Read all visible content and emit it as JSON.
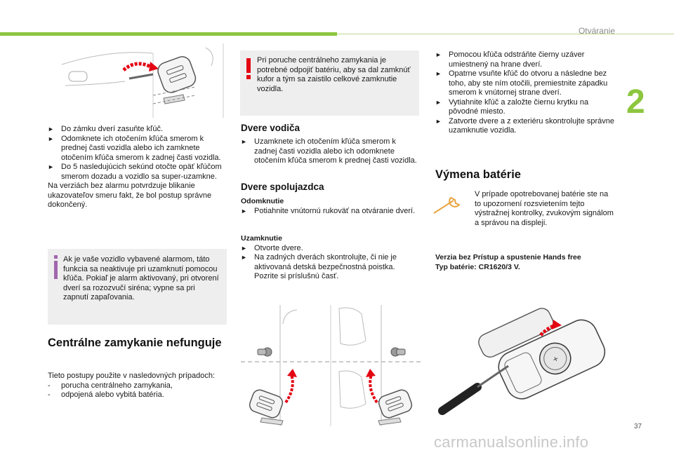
{
  "header": {
    "section": "Otváranie",
    "chapter": "2",
    "page": "37"
  },
  "watermark": "carmanualsonline.info",
  "col1": {
    "bullets": [
      "Do zámku dverí zasuňte kľúč.",
      "Odomknete ich otočením kľúča smerom k prednej časti vozidla alebo ich zamknete otočením kľúča smerom k zadnej časti vozidla.",
      "Do 5 nasledujúcich sekúnd otočte opäť kľúčom smerom dozadu a vozidlo sa super-uzamkne."
    ],
    "note": "Na verziách bez alarmu potvrdzuje blikanie ukazovateľov smeru fakt, že bol postup správne dokončený.",
    "info": "Ak je vaše vozidlo vybavené alarmom, táto funkcia sa neaktivuje pri uzamknutí pomocou kľúča. Pokiaľ je alarm aktivovaný, pri otvorení dverí sa rozozvučí siréna; vypne sa pri zapnutí zapaľovania.",
    "heading": "Centrálne zamykanie nefunguje",
    "intro": "Tieto postupy použite v nasledovných prípadoch:",
    "dashes": [
      "porucha centrálneho zamykania,",
      "odpojená alebo vybitá batéria."
    ]
  },
  "col2": {
    "warning": "Pri poruche centrálneho zamykania je potrebné odpojiť batériu, aby sa dal zamknúť kufor a tým sa zaistilo celkové zamknutie vozidla.",
    "driver_heading": "Dvere vodiča",
    "driver_bullets": [
      "Uzamknete ich otočením kľúča smerom k zadnej časti vozidla alebo ich odomknete otočením kľúča smerom k prednej časti vozidla."
    ],
    "passenger_heading": "Dvere spolujazdca",
    "unlock_heading": "Odomknutie",
    "unlock_bullets": [
      "Potiahnite vnútornú rukoväť na otváranie dverí."
    ],
    "lock_heading": "Uzamknutie",
    "lock_bullets": [
      "Otvorte dvere.",
      "Na zadných dverách skontrolujte, či nie je aktivovaná detská bezpečnostná poistka. Pozrite si príslušnú časť."
    ]
  },
  "col3": {
    "bullets": [
      "Pomocou kľúča odstráňte čierny uzáver umiestnený na hrane dverí.",
      "Opatrne vsuňte kľúč do otvoru a následne bez toho, aby ste ním otočili, premiestnite západku smerom k vnútornej strane dverí.",
      "Vytiahnite kľúč a založte čiernu krytku na pôvodné miesto.",
      "Zatvorte dvere a z exteriéru skontrolujte správne uzamknutie vozidla."
    ],
    "heading": "Výmena batérie",
    "alert": "V prípade opotrebovanej batérie ste na to upozornení rozsvietením tejto výstražnej kontrolky, zvukovým signálom a správou na displeji.",
    "version_line1": "Verzia bez Prístup a spustenie Hands free",
    "version_line2": "Typ batérie: CR1620/3 V."
  },
  "colors": {
    "accent": "#8cc63f",
    "info": "#a166ad",
    "warning": "#e30613",
    "box": "#eeeeee"
  },
  "icons": [
    "bullet-arrow-icon",
    "info-icon",
    "warning-icon",
    "wrench-icon"
  ]
}
